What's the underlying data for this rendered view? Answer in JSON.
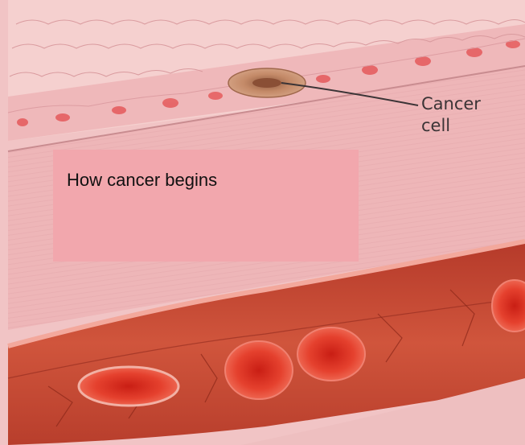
{
  "diagram": {
    "title": "How cancer begins",
    "callout": {
      "line1": "Cancer",
      "line2": "cell"
    }
  },
  "colors": {
    "tissue": "#f1c2c3",
    "muscle_band": "#ecb3b5",
    "blood_vessel": "#c8422f",
    "red_blood_cell": "#e23a2a",
    "cancer_cell": "#b87b60",
    "title_box": "#f2a7ad"
  }
}
